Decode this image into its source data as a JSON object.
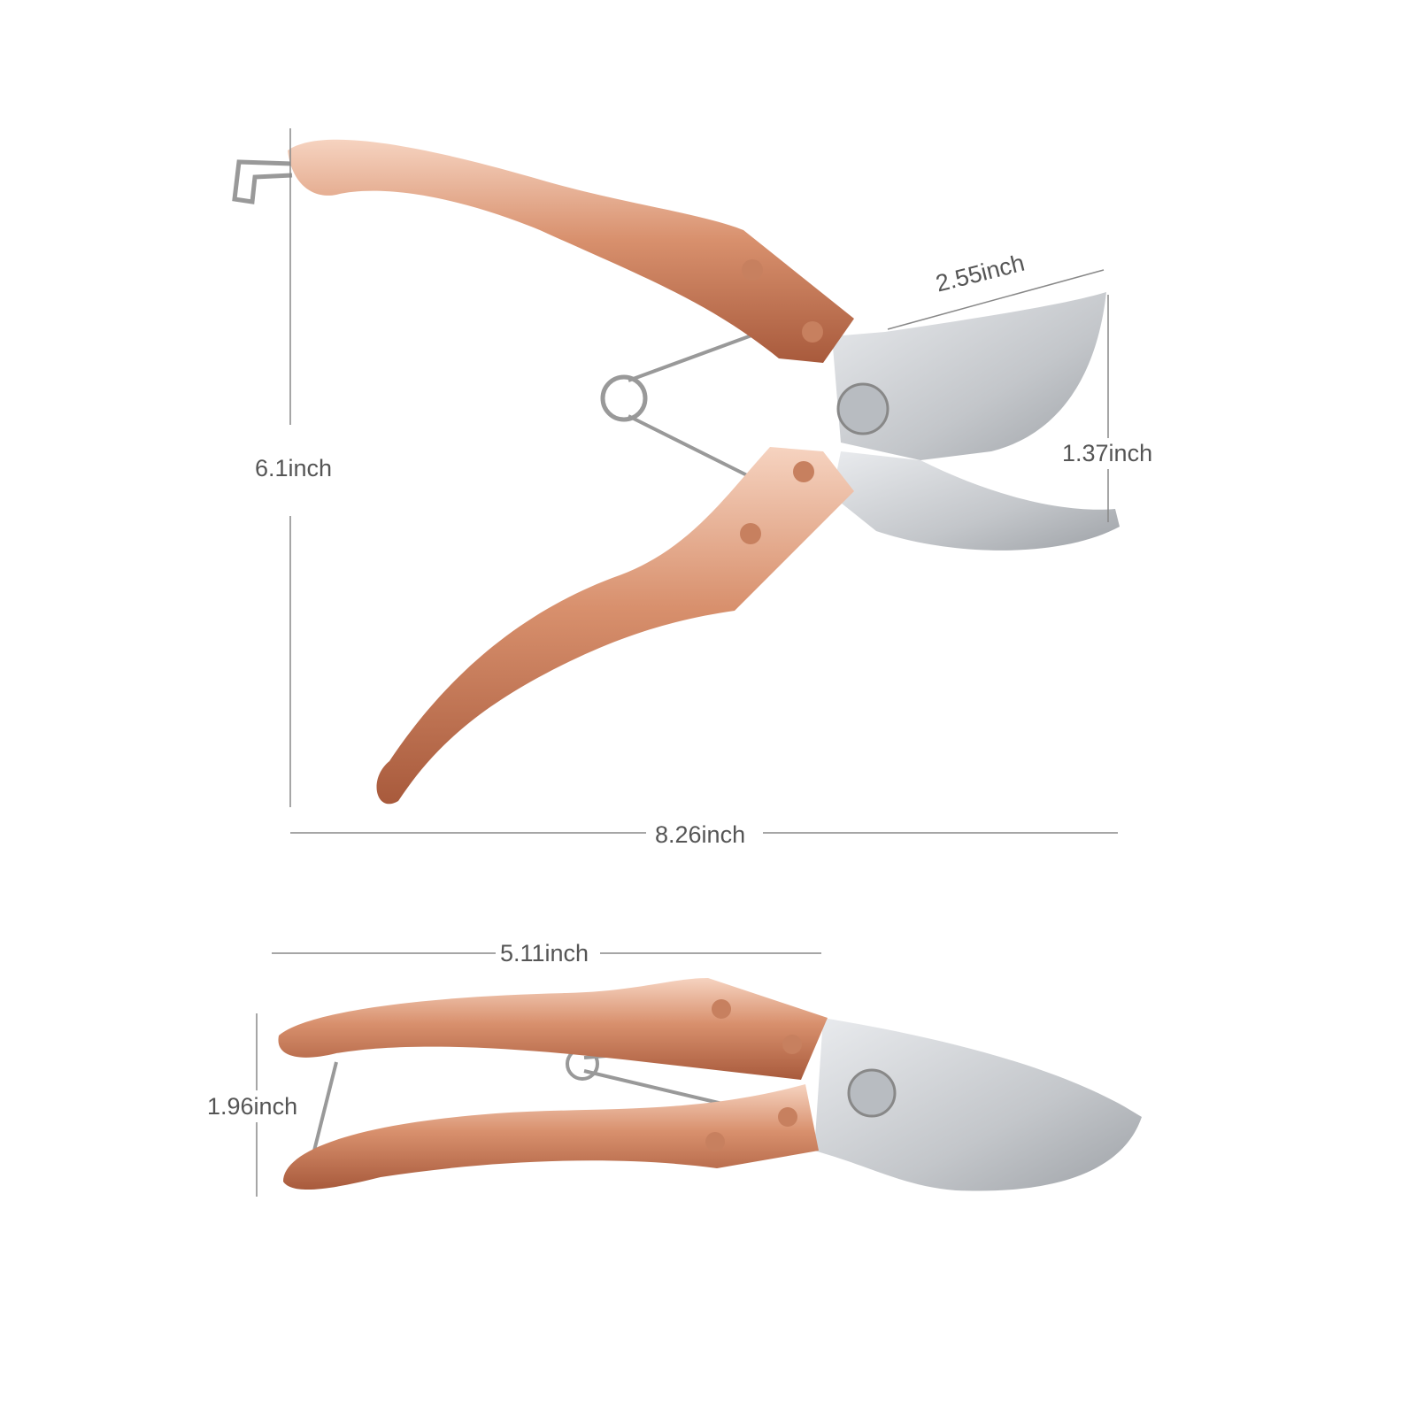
{
  "dimensions": {
    "open_height": "6.1inch",
    "open_length": "8.26inch",
    "blade_length": "2.55inch",
    "blade_opening": "1.37inch",
    "closed_length": "5.11inch",
    "closed_height": "1.96inch"
  },
  "colors": {
    "handle": "#d9987a",
    "blade": "#c9ccd0",
    "dimension_line": "#888888",
    "label": "#555555"
  }
}
